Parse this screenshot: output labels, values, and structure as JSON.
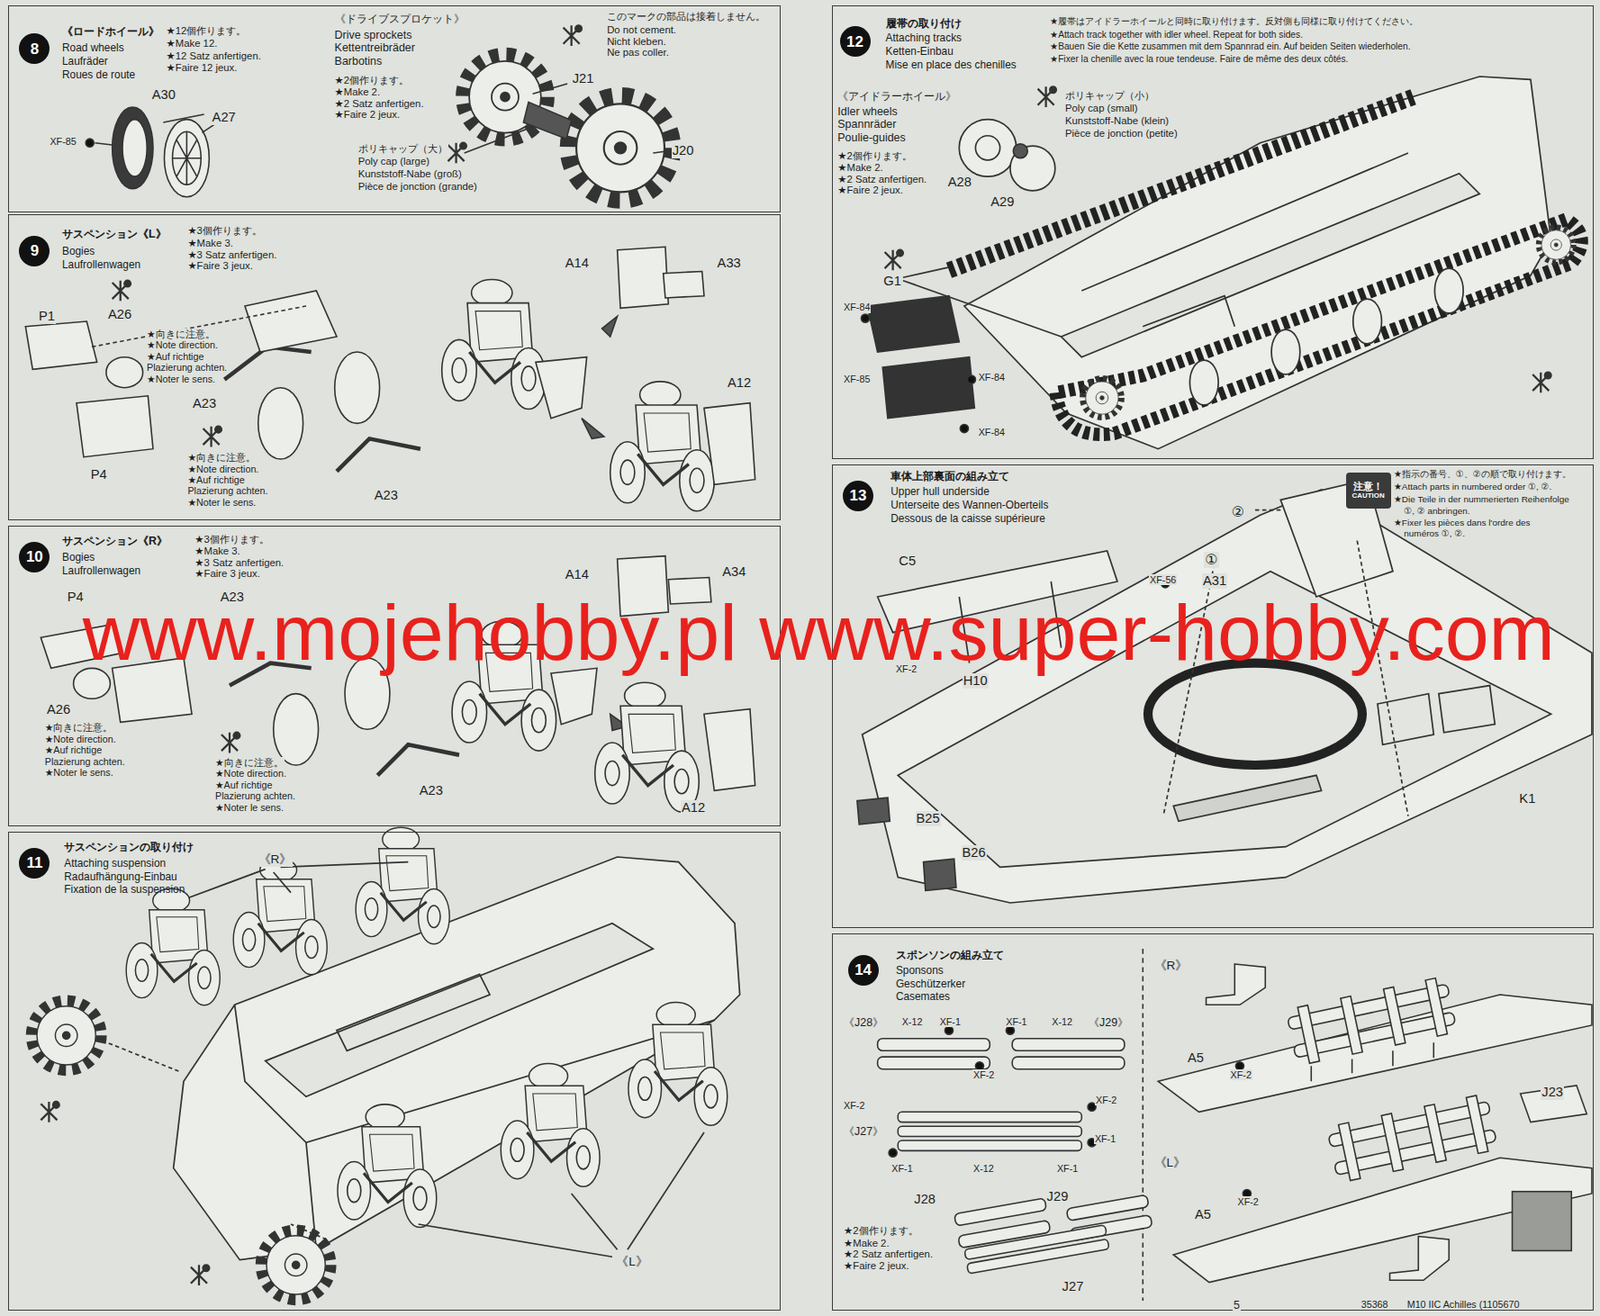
{
  "diagram": {
    "nodes": [
      {
        "text": [
          "《ロードホイール》",
          "Road wheels",
          "Laufräder",
          "Roues de route"
        ]
      },
      {
        "text": [
          "8"
        ],
        "in": 0
      },
      {
        "text": [
          "サスペンション《L》",
          "Bogies",
          "Laufrollenwagen"
        ]
      },
      {
        "text": [
          "9"
        ],
        "in": 2
      },
      {
        "text": [
          "サスペンション《R》",
          "Bogies",
          "Laufrollenwagen"
        ]
      },
      {
        "text": [
          "10"
        ],
        "in": 4
      },
      {
        "text": [
          "サスペンションの取り付け",
          "Attaching suspension",
          "Radaufhängung-Einbau",
          "Fixation de la suspension"
        ]
      },
      {
        "text": [
          "11"
        ],
        "in": 6
      },
      {
        "text": [
          "履帯の取り付け",
          "Attaching tracks",
          "Ketten-Einbau",
          "Mise en place des chenilles"
        ]
      },
      {
        "text": [
          "12"
        ],
        "in": 8
      },
      {
        "text": [
          "車体上部裏面の組み立て",
          "Upper hull underside",
          "Unterseite des Wannen-Oberteils",
          "Dessous de la caisse supérieure"
        ]
      },
      {
        "text": [
          "13"
        ],
        "in": 10
      },
      {
        "text": [
          "注意！",
          "CAUTION"
        ],
        "in": 10
      },
      {
        "text": [
          "スポンソンの組み立て",
          "Sponsons",
          "Geschützerker",
          "Casemates"
        ]
      },
      {
        "text": [
          "14"
        ],
        "in": 13
      }
    ],
    "labels": [
      "★12個作ります。",
      "★Make 12.",
      "★12 Satz anfertigen.",
      "★Faire 12 jeux.",
      "A30",
      "A27",
      "XF-85",
      "《ドライブスプロケット》",
      "Drive sprockets",
      "Kettentreibräder",
      "Barbotins",
      "★2個作ります。",
      "★Make 2.",
      "★2 Satz anfertigen.",
      "★Faire 2 jeux.",
      "このマークの部品は接着しません。",
      "Do not cement.",
      "Nicht kleben.",
      "Ne pas coller.",
      "J21",
      "J20",
      "ポリキャップ（大）",
      "Poly cap (large)",
      "Kunststoff-Nabe (groß)",
      "Pièce de jonction (grande)",
      "★3個作ります。",
      "★Make 3.",
      "★3 Satz anfertigen.",
      "★Faire 3 jeux.",
      "P1",
      "A26",
      "★向きに注意。",
      "★Note direction.",
      "★Auf richtige",
      "Plazierung achten.",
      "★Noter le sens.",
      "A23",
      "P4",
      "★向きに注意。",
      "★Note direction.",
      "★Auf richtige",
      "Plazierung achten.",
      "★Noter le sens.",
      "A23",
      "A14",
      "A33",
      "A12",
      "★3個作ります。",
      "★Make 3.",
      "★3 Satz anfertigen.",
      "★Faire 3 jeux.",
      "A14",
      "A34",
      "P4",
      "A23",
      "A26",
      "★向きに注意。",
      "★Note direction.",
      "★Auf richtige",
      "Plazierung achten.",
      "★Noter le sens.",
      "A23",
      "★向きに注意。",
      "★Note direction.",
      "★Auf richtige",
      "Plazierung achten.",
      "★Noter le sens.",
      "A12",
      "www.mojehobby.pl www.super-hobby.com",
      "《R》",
      "《L》",
      "★履帯はアイドラーホイールと同時に取り付けます。反対側も同様に取り付けてください。",
      "★Attach track together with idler wheel. Repeat for both sides.",
      "★Bauen Sie die Kette zusammen mit dem Spannrad ein. Auf beiden Seiten wiederholen.",
      "★Fixer la chenille avec la roue tendeuse. Faire de même des deux côtés.",
      "《アイドラーホイール》",
      "Idler wheels",
      "Spannräder",
      "Poulie-guides",
      "★2個作ります。",
      "★Make 2.",
      "★2 Satz anfertigen.",
      "★Faire 2 jeux.",
      "ポリキャップ（小）",
      "Poly cap (small)",
      "Kunststoff-Nabe (klein)",
      "Pièce de jonction (petite)",
      "A28",
      "A29",
      "G1",
      "XF-84",
      "XF-85",
      "XF-84",
      "XF-84",
      "★指示の番号、①、②の順で取り付けます。",
      "★Attach parts in numbered order ①, ②.",
      "★Die Teile in der nummerierten Reihenfolge",
      "①, ② anbringen.",
      "★Fixer les pièces dans l'ordre des",
      "numéros ①, ②.",
      "②",
      "①",
      "XF-56",
      "A31",
      "C5",
      "XF-2",
      "H10",
      "B25",
      "B26",
      "K1",
      "《R》",
      "《J28》",
      "X-12",
      "XF-1",
      "XF-1",
      "X-12",
      "《J29》",
      "XF-2",
      "XF-2",
      "XF-2",
      "《J27》",
      "XF-1",
      "XF-1",
      "X-12",
      "XF-1",
      "J28",
      "J29",
      "★2個作ります。",
      "★Make 2.",
      "★2 Satz anfertigen.",
      "★Faire 2 jeux.",
      "J27",
      "A5",
      "XF-2",
      "J23",
      "《L》",
      "A5",
      "XF-2",
      "5",
      "35368",
      "M10 IIC Achilles (1105670"
    ]
  }
}
